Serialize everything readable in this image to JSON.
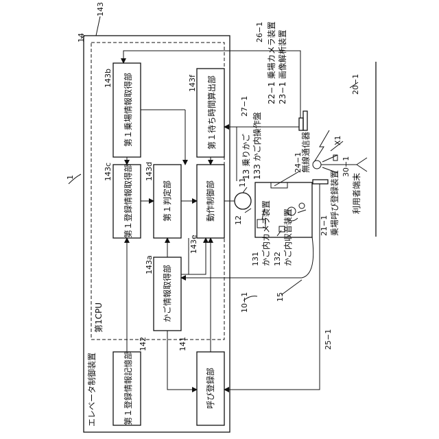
{
  "refs": {
    "r1": "1",
    "r10": "10−1",
    "r11": "11",
    "r12": "12",
    "r13": "13 乗りかご",
    "r14": "14",
    "r15": "15",
    "r20": "20−1",
    "r25": "25−1",
    "r26": "26−1",
    "r27": "27−1",
    "rX1": "X1",
    "r131": "131",
    "r131_label": "かご内カメラ装置",
    "r132": "132",
    "r132_label": "かご内収音装置",
    "r133": "133 かご内操作盤",
    "r141": "141",
    "r142": "142",
    "r143": "143",
    "r143a": "143a",
    "r143b": "143b",
    "r143c": "143c",
    "r143d": "143d",
    "r143e": "143e",
    "r143f": "143f",
    "r21": "21−1",
    "r21_label": "乗場呼び登録装置",
    "r22": "22−1 乗場カメラ装置",
    "r23": "23−1 画像解析装置",
    "r24": "24−1",
    "r24_label": "無線通信器",
    "r30": "30−1",
    "r30_label": "利用者端末"
  },
  "labels": {
    "controller": "エレベータ制御装置",
    "cpu": "第1CPU",
    "b143b": "第１乗場情報取得部",
    "b143f": "第１待ち時間算出部",
    "b143c": "第１登録情報取得部",
    "b143d": "第１判定部",
    "b143e": "動作制御部",
    "b143a": "かご情報取得部",
    "b142": "第１登録情報記憶部",
    "b141": "呼び登録部"
  }
}
